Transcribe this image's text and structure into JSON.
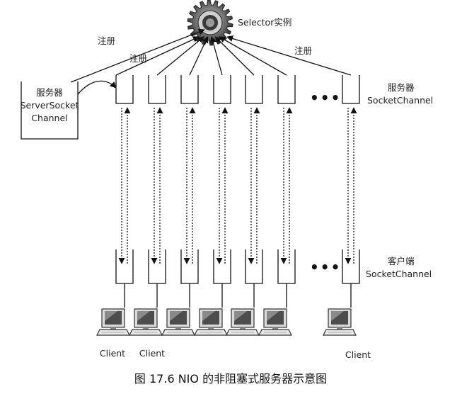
{
  "selector": {
    "label": "Selector实例"
  },
  "register_labels": [
    "注册",
    "注册",
    "注册"
  ],
  "server": {
    "line1": "服务器",
    "line2": "ServerSocket",
    "line3": "Channel"
  },
  "server_channels_label": {
    "line1": "服务器",
    "line2": "SocketChannel"
  },
  "client_channels_label": {
    "line1": "客户端",
    "line2": "SocketChannel"
  },
  "ellipsis": "•••",
  "clients": [
    "Client",
    "Client",
    "Client"
  ],
  "caption": "图 17.6   NIO 的非阻塞式服务器示意图"
}
